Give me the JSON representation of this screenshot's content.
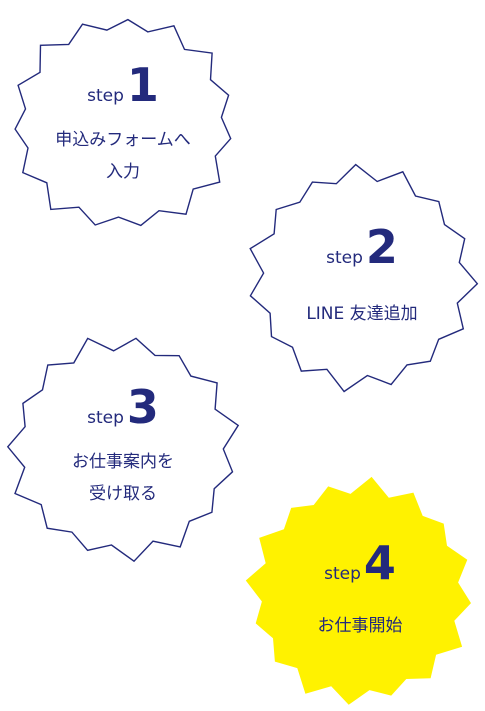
{
  "steps": [
    {
      "word": "step",
      "number": "1",
      "lines": [
        "申込みフォームへ",
        "入力"
      ],
      "fill": "#ffffff",
      "stroke": "#232a7c"
    },
    {
      "word": "step",
      "number": "2",
      "lines": [
        "LINE 友達追加"
      ],
      "fill": "#ffffff",
      "stroke": "#232a7c"
    },
    {
      "word": "step",
      "number": "3",
      "lines": [
        "お仕事案内を",
        "受け取る"
      ],
      "fill": "#ffffff",
      "stroke": "#232a7c"
    },
    {
      "word": "step",
      "number": "4",
      "lines": [
        "お仕事開始"
      ],
      "fill": "#fff200",
      "stroke": "none"
    }
  ],
  "colors": {
    "text": "#232a7c",
    "highlight": "#fff200"
  }
}
